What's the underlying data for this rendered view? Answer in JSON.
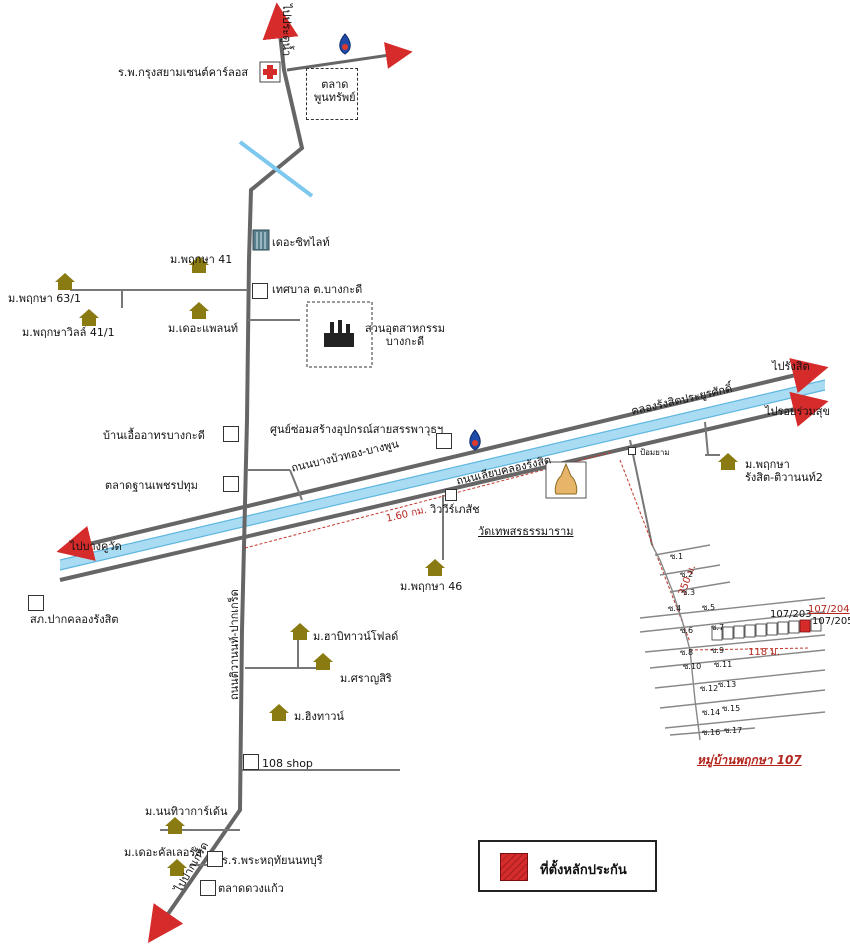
{
  "roads": {
    "north_direction": "ไปประตูน้ำ",
    "rangsit_direction": "ไปรังสิต",
    "rangsit_canal_direction": "ไปรอยร่วมสุข",
    "bangkhuwat_direction": "ไปบางคูวัด",
    "pakkret_direction": "ไปปากเกร็ด",
    "bangbuathong_road": "ถนนบางบัวทอง-บางพูน",
    "canal_side_road": "ถนนเลียบคลองรังสิต",
    "canal": "คลองรังสิตประยูรศักดิ์",
    "tiwanon_road": "ถนนติวานนท์-ปากเกร็ด"
  },
  "landmarks": {
    "hospital": "ร.พ.กรุงสยามเซนต์คาร์ลอส",
    "market_poonsap": "ตลาด\nพูนทรัพย์",
    "the_city_light": "เดอะซิทไลท์",
    "municipality": "เทศบาล ต.บางกะดี",
    "industrial_estate": "สวนอุตสาหกรรม\nบางกะดี",
    "welfare_house": "บ้านเอื้ออาทรบางกะดี",
    "market_pet": "ตลาดฐานเพชรปทุม",
    "repair_center": "ศูนย์ซ่อมสร้างอุปกรณ์สายสรรพาวุธฯ",
    "vivat": "วิววีร์เภสัช",
    "temple": "วัดเทพสรธรรมาราม",
    "police": "สภ.ปากคลองรังสิต",
    "shop108": "108 shop",
    "school": "ร.ร.พระหฤทัยนนทบุรี",
    "market_duangkaew": "ตลาดดวงแก้ว",
    "junction_label": "ป้อมยาม"
  },
  "villages": {
    "pruksa41": "ม.พฤกษา 41",
    "pruksa63_1": "ม.พฤกษา 63/1",
    "pruksaville41_1": "ม.พฤกษาวิลล์ 41/1",
    "the_plant": "ม.เดอะแพลนท์",
    "pruksa_rangsit": "ม.พฤกษา\nรังสิต-ติวานนท์2",
    "pruksa46": "ม.พฤกษา 46",
    "habitown_fold": "ม.ฮาบิทาวน์โฟลด์",
    "saransiri": "ม.ศราญสิริ",
    "habitown": "ม.ฮิงทาวน์",
    "nanthiwa": "ม.นนทิวาการ์เด้น",
    "the_castle": "ม.เดอะคัลเลอร์ส"
  },
  "distances": {
    "canal_distance": "1.60 กม.",
    "soi_distance": "350 ม.",
    "plot_distance": "118 ม."
  },
  "inset": {
    "title": "หมู่บ้านพฤกษา 107",
    "plot_a": "107/203",
    "plot_b": "107/204",
    "plot_c": "107/205",
    "sois": [
      "ซ.1",
      "ซ.2",
      "ซ.3",
      "ซ.4",
      "ซ.5",
      "ซ.6",
      "ซ.7",
      "ซ.8",
      "ซ.9",
      "ซ.10",
      "ซ.11",
      "ซ.12",
      "ซ.13",
      "ซ.14",
      "ซ.15",
      "ซ.16",
      "ซ.17"
    ]
  },
  "legend": {
    "label": "ที่ตั้งหลักประกัน",
    "color": "#d62b2b"
  },
  "colors": {
    "road": "#666666",
    "canal": "#8fd0ee",
    "arrow": "#d62b2b",
    "house": "#8a7a12",
    "dashed_route": "#c0392b"
  }
}
